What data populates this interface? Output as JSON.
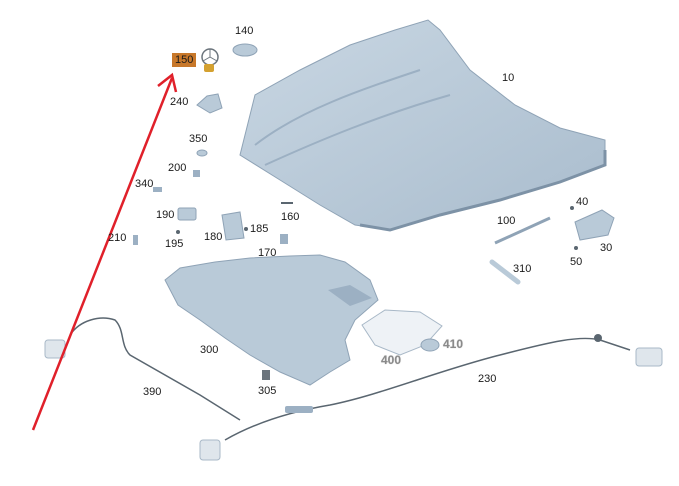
{
  "labels": {
    "p10": "10",
    "p30": "30",
    "p40": "40",
    "p50": "50",
    "p100": "100",
    "p140": "140",
    "p150": "150",
    "p160": "160",
    "p170": "170",
    "p180": "180",
    "p185": "185",
    "p190": "190",
    "p195": "195",
    "p200": "200",
    "p210": "210",
    "p230": "230",
    "p240": "240",
    "p300": "300",
    "p305": "305",
    "p310": "310",
    "p340": "340",
    "p350": "350",
    "p390": "390",
    "p400": "400",
    "p410": "410"
  },
  "colors": {
    "part_fill": "#b9cad8",
    "part_edge": "#8fa3b6",
    "part_dark": "#9cb0c3",
    "cable": "#5a6670",
    "arrow": "#e0202a",
    "highlight": "#c8782a"
  },
  "highlighted_part": "150"
}
